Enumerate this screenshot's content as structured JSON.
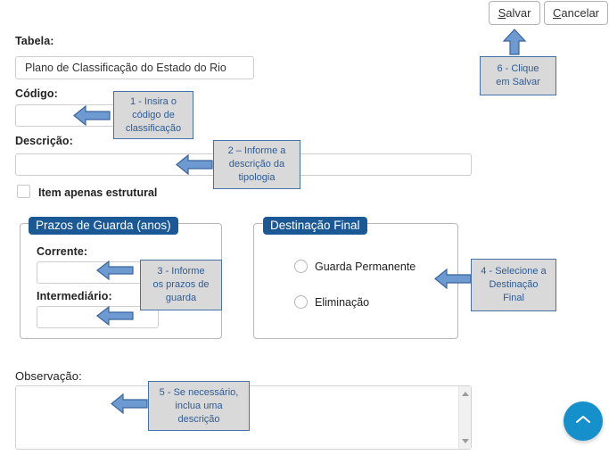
{
  "toolbar": {
    "save_label_accesskey": "S",
    "save_label_rest": "alvar",
    "cancel_label_accesskey": "C",
    "cancel_label_rest": "ancelar"
  },
  "form": {
    "tabela_label": "Tabela:",
    "tabela_value": "Plano de Classificação do Estado do Rio",
    "codigo_label": "Código:",
    "codigo_value": "",
    "codigo_placeholder": "",
    "descricao_label": "Descrição:",
    "descricao_value": "",
    "descricao_placeholder": "",
    "estrutural_label": "Item apenas estrutural",
    "estrutural_checked": false,
    "observacao_label": "Observação:",
    "observacao_value": "",
    "observacao_placeholder": ""
  },
  "prazos": {
    "legend": "Prazos de Guarda (anos)",
    "corrente_label": "Corrente:",
    "corrente_value": "",
    "intermediario_label": "Intermediário:",
    "intermediario_value": ""
  },
  "destinacao": {
    "legend": "Destinação Final",
    "options": [
      {
        "label": "Guarda Permanente",
        "selected": false
      },
      {
        "label": "Eliminação",
        "selected": false
      }
    ]
  },
  "callouts": [
    {
      "id": "1",
      "text": "1 - Insira o\ncódigo de\nclassificação"
    },
    {
      "id": "2",
      "text": "2 – Informe a\ndescrição da\ntipologia"
    },
    {
      "id": "3",
      "text": "3 - Informe\nos prazos de\nguarda"
    },
    {
      "id": "4",
      "text": "4 - Selecione a\nDestinação\nFinal"
    },
    {
      "id": "5",
      "text": "5 - Se necessário,\ninclua uma\ndescrição"
    },
    {
      "id": "6",
      "text": "6 - Clique\nem Salvar"
    }
  ],
  "fab": {
    "label": "scroll-to-top"
  },
  "colors": {
    "legend_badge": "#1a5896",
    "callout_bg": "#d9d9d9",
    "callout_border": "#4472a8",
    "callout_text": "#2e5c95",
    "arrow_fill": "#6d9bd1",
    "arrow_stroke": "#3b649e",
    "fab_bg": "#1590cb"
  }
}
